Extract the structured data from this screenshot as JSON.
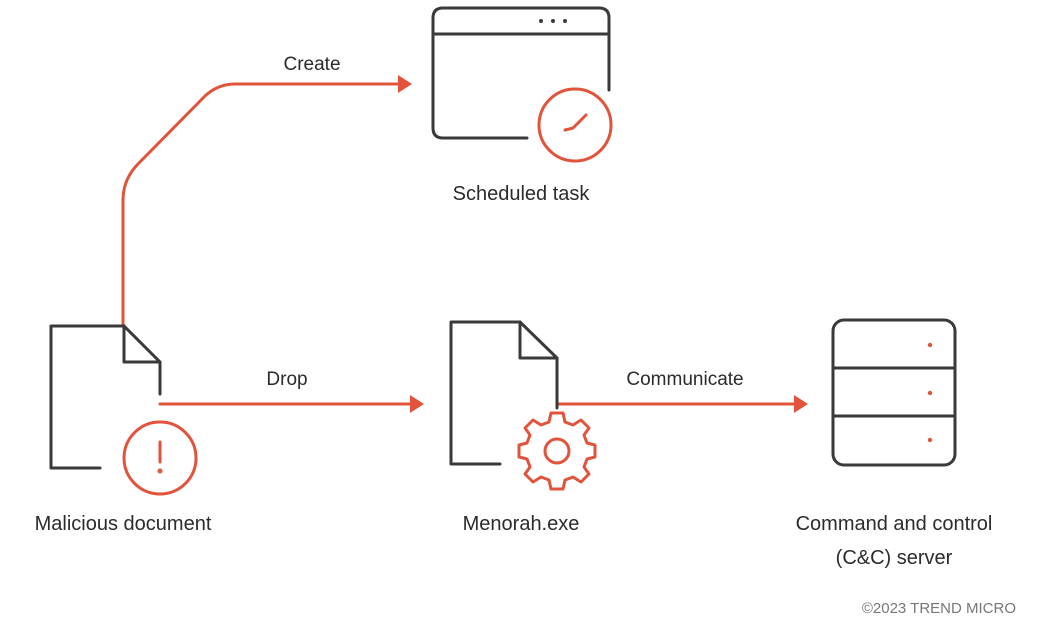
{
  "colors": {
    "accent": "#e2533b",
    "ink": "#3a3a3a",
    "text": "#2b2b2b",
    "muted": "#777777"
  },
  "nodes": {
    "malicious_document": {
      "label": "Malicious document",
      "icon": "document-warning-icon"
    },
    "scheduled_task": {
      "label": "Scheduled task",
      "icon": "window-clock-icon"
    },
    "menorah_exe": {
      "label": "Menorah.exe",
      "icon": "executable-gear-icon"
    },
    "cc_server": {
      "label_line1": "Command and control",
      "label_line2": "(C&C) server",
      "icon": "server-icon"
    }
  },
  "edges": {
    "create": {
      "label": "Create",
      "from": "Malicious document",
      "to": "Scheduled task"
    },
    "drop": {
      "label": "Drop",
      "from": "Malicious document",
      "to": "Menorah.exe"
    },
    "communicate": {
      "label": "Communicate",
      "from": "Menorah.exe",
      "to": "Command and control (C&C) server"
    }
  },
  "footer": {
    "copyright": "©2023 TREND MICRO"
  }
}
